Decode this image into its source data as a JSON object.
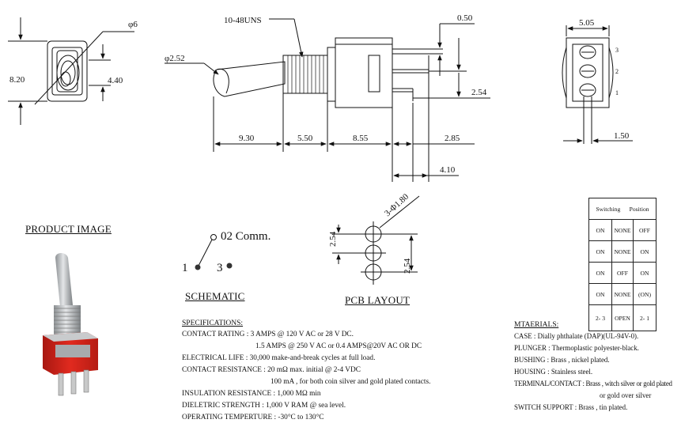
{
  "dims": {
    "d6": "φ6",
    "d820": "8.20",
    "d440": "4.40",
    "thread": "10-48UNS",
    "d252": "φ2.52",
    "d050": "0.50",
    "d254top": "2.54",
    "d930": "9.30",
    "d550": "5.50",
    "d855": "8.55",
    "d285": "2.85",
    "d410": "4.10",
    "d505": "5.05",
    "pin3": "3",
    "pin2": "2",
    "pin1": "1",
    "d150": "1.50",
    "holes": "3-Φ1.80",
    "pcb254a": "2.54",
    "pcb254b": "2.54"
  },
  "labels": {
    "product_image": "PRODUCT IMAGE",
    "schematic": "SCHEMATIC",
    "pcb_layout": "PCB  LAYOUT",
    "comm": "02 Comm.",
    "term1": "1",
    "term3": "3"
  },
  "switching_table": {
    "headers": [
      "Switching",
      "Position"
    ],
    "rows": [
      [
        "ON",
        "NONE",
        "OFF"
      ],
      [
        "ON",
        "NONE",
        "ON"
      ],
      [
        "ON",
        "OFF",
        "ON"
      ],
      [
        "ON",
        "NONE",
        "(ON)"
      ],
      [
        "2-  3",
        "OPEN",
        "2-  1"
      ]
    ]
  },
  "specifications": {
    "title": "SPECIFICATIONS:",
    "lines": [
      "CONTACT RATING : 3 AMPS @ 120 V AC or 28 V DC.",
      "1.5 AMPS @ 250 V AC or 0.4 AMPS@20V AC OR DC",
      "ELECTRICAL LIFE : 30,000 make-and-break cycles at full load.",
      "CONTACT RESISTANCE : 20 mΩ max. initial @ 2-4 VDC",
      "100 mA , for both coin silver and gold plated contacts.",
      "INSULATION RESISTANCE : 1,000 MΩ min",
      "DIELETRIC STRENGTH : 1,000 V RAM @ sea level.",
      "OPERATING TEMPERTURE : -30°C to 130°C"
    ]
  },
  "materials": {
    "title": "MTAERIALS:",
    "lines": [
      "CASE : Dially phthalate (DAP)(UL-94V-0).",
      "PLUNGER : Thermoplastic polyester-black.",
      "BUSHING : Brass ,  nickel plated.",
      "HOUSING : Stainless steel.",
      "TERMINAL/CONTACT : Brass , witch silver or gold plated",
      "or gold over silver",
      "SWITCH SUPPORT : Brass , tin plated."
    ]
  },
  "colors": {
    "housing_red": "#d8251c",
    "metal": "#b9bcbf",
    "line": "#111111"
  }
}
